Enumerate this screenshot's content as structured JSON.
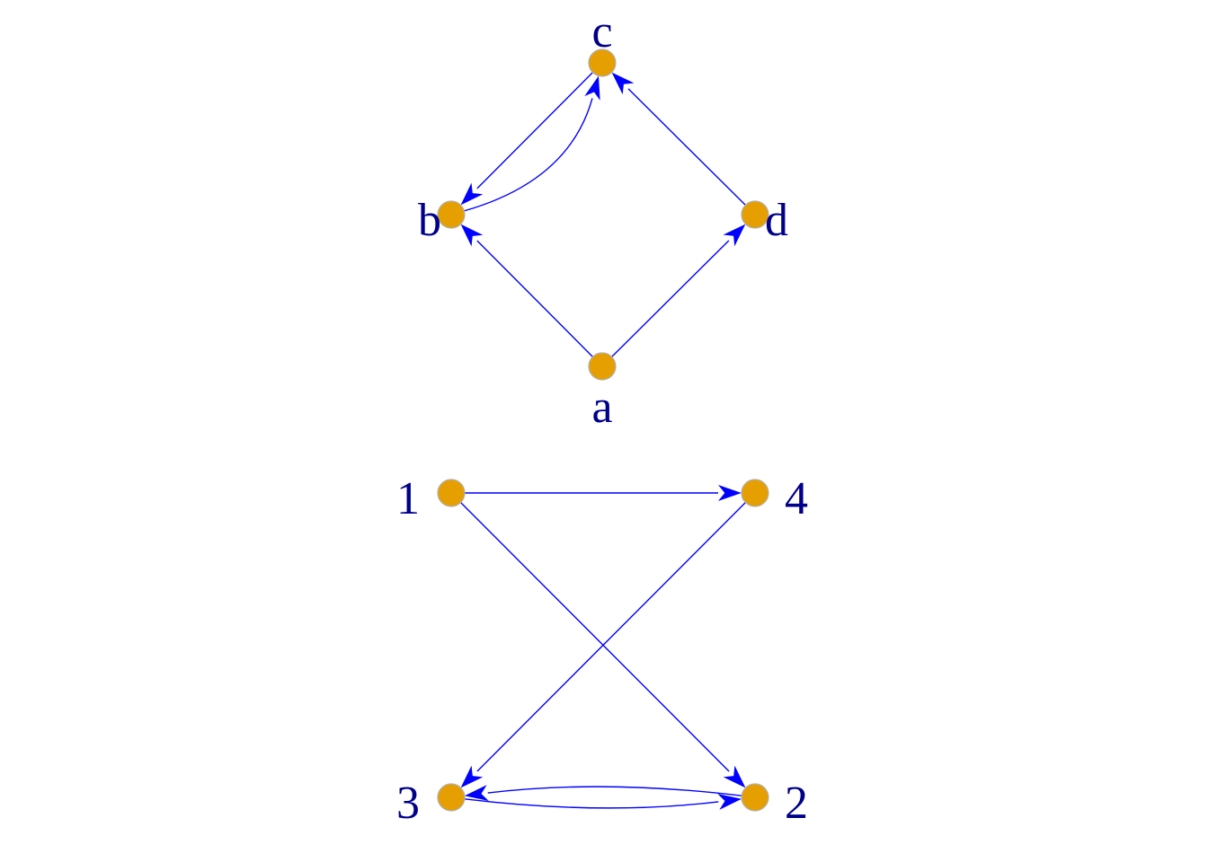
{
  "colors": {
    "background": "#ffffff",
    "node_fill": "#E69F00",
    "edge": "#0000FF",
    "label": "#00008B"
  },
  "graphs": [
    {
      "id": "graph-letters",
      "nodes": [
        {
          "id": "c",
          "label": "c"
        },
        {
          "id": "b",
          "label": "b"
        },
        {
          "id": "d",
          "label": "d"
        },
        {
          "id": "a",
          "label": "a"
        }
      ],
      "edges": [
        {
          "from": "a",
          "to": "b"
        },
        {
          "from": "a",
          "to": "d"
        },
        {
          "from": "b",
          "to": "c"
        },
        {
          "from": "c",
          "to": "b"
        },
        {
          "from": "d",
          "to": "c"
        }
      ]
    },
    {
      "id": "graph-numbers",
      "nodes": [
        {
          "id": "1",
          "label": "1"
        },
        {
          "id": "4",
          "label": "4"
        },
        {
          "id": "3",
          "label": "3"
        },
        {
          "id": "2",
          "label": "2"
        }
      ],
      "edges": [
        {
          "from": "1",
          "to": "4"
        },
        {
          "from": "1",
          "to": "2"
        },
        {
          "from": "4",
          "to": "3"
        },
        {
          "from": "3",
          "to": "2"
        },
        {
          "from": "2",
          "to": "3"
        }
      ]
    }
  ]
}
